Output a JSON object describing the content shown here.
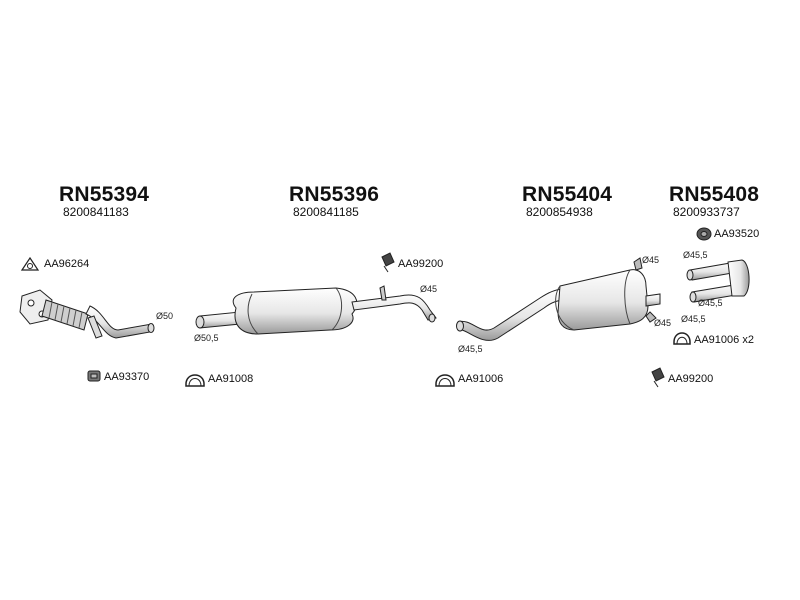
{
  "assemblies": [
    {
      "code": "RN55394",
      "oem": "8200841183"
    },
    {
      "code": "RN55396",
      "oem": "8200841185"
    },
    {
      "code": "RN55404",
      "oem": "8200854938"
    },
    {
      "code": "RN55408",
      "oem": "8200933737"
    }
  ],
  "parts": {
    "gasket_1": "AA96264",
    "bracket_1": "AA93370",
    "hanger_1": "AA99200",
    "clamp_1": "AA91008",
    "clamp_2": "AA91006",
    "hanger_2": "AA93520",
    "clamp_3": "AA91006 x2",
    "hanger_3": "AA99200"
  },
  "dimensions": {
    "d_pipe_1": "Ø50",
    "d_pipe_2_in": "Ø50,5",
    "d_pipe_2_out": "Ø45",
    "d_pipe_3_in": "Ø45,5",
    "d_pipe_3_top": "Ø45",
    "d_pipe_3_out": "Ø45",
    "d_tail_1": "Ø45,5",
    "d_tail_2": "Ø45,5",
    "d_tail_3": "Ø45,5"
  },
  "colors": {
    "line": "#222222",
    "fill": "#f2f2f2",
    "shade": "#bdbdbd"
  }
}
